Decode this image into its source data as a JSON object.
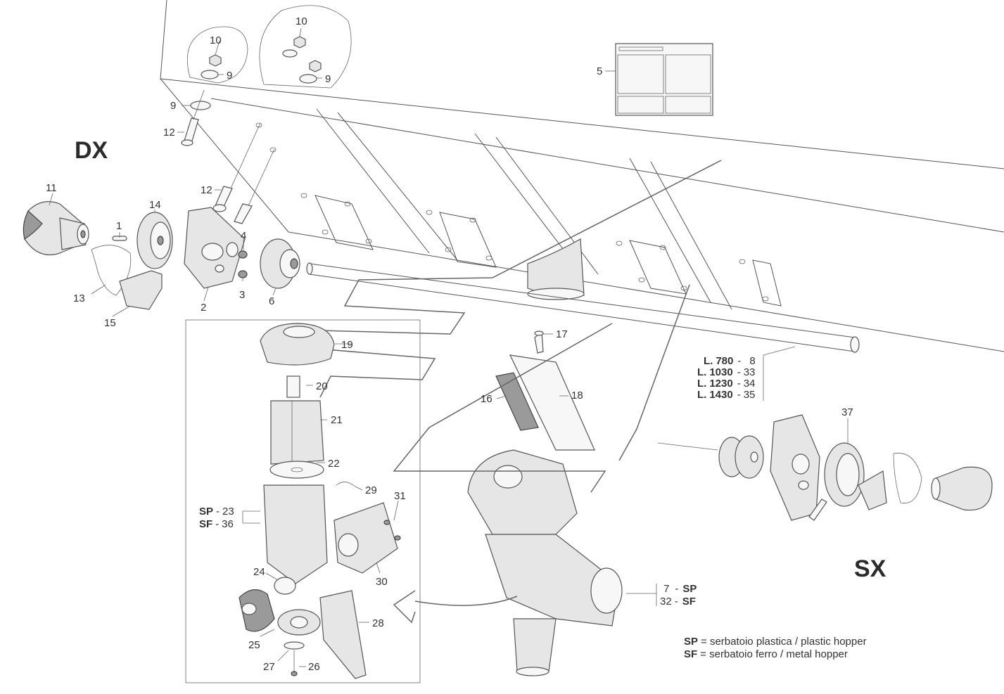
{
  "side_labels": {
    "dx": "DX",
    "sx": "SX"
  },
  "callouts": {
    "c10a": "10",
    "c10b": "10",
    "c9a": "9",
    "c9b": "9",
    "c9c": "9",
    "c12a": "12",
    "c12b": "12",
    "c5": "5",
    "c11": "11",
    "c14": "14",
    "c1": "1",
    "c4": "4",
    "c2": "2",
    "c3": "3",
    "c6": "6",
    "c13": "13",
    "c15": "15",
    "c19": "19",
    "c20": "20",
    "c21": "21",
    "c22": "22",
    "c29": "29",
    "c31": "31",
    "c23": "23",
    "c36": "36",
    "c30": "30",
    "c24": "24",
    "c28": "28",
    "c25": "25",
    "c27": "27",
    "c26": "26",
    "c17": "17",
    "c16": "16",
    "c18": "18",
    "c37": "37"
  },
  "shaft_lengths": [
    {
      "prefix": "L.",
      "length": "780",
      "part": "8"
    },
    {
      "prefix": "L.",
      "length": "1030",
      "part": "33"
    },
    {
      "prefix": "L.",
      "length": "1230",
      "part": "34"
    },
    {
      "prefix": "L.",
      "length": "1430",
      "part": "35"
    }
  ],
  "variant_codes": {
    "sp": {
      "code": "SP",
      "part": "23"
    },
    "sf": {
      "code": "SF",
      "part": "36"
    }
  },
  "outlet_codes": {
    "sp": {
      "part": "7",
      "code": "SP"
    },
    "sf": {
      "part": "32",
      "code": "SF"
    }
  },
  "dash": "-",
  "legend": {
    "sp": {
      "code": "SP",
      "text": "= serbatoio plastica / plastic hopper"
    },
    "sf": {
      "code": "SF",
      "text": "= serbatoio ferro / metal hopper"
    }
  }
}
